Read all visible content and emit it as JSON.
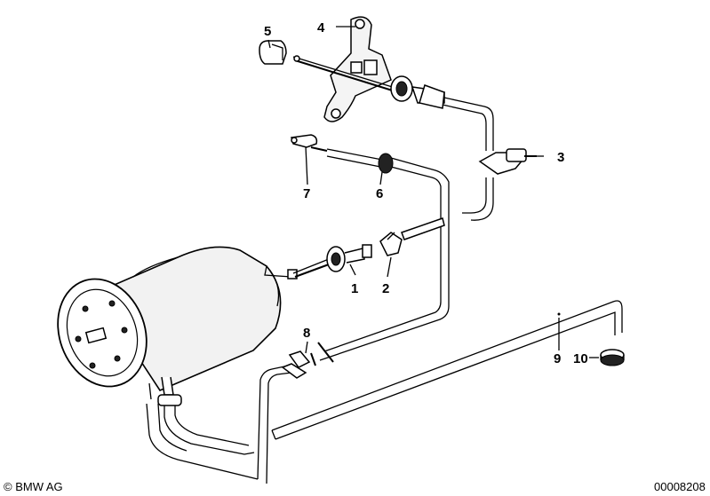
{
  "callouts": {
    "c1": "1",
    "c2": "2",
    "c3": "3",
    "c4": "4",
    "c5": "5",
    "c6": "6",
    "c7": "7",
    "c8": "8",
    "c9": "9",
    "c10": "10"
  },
  "footer": {
    "copyright": "© BMW AG",
    "diagram_id": "00008208"
  }
}
